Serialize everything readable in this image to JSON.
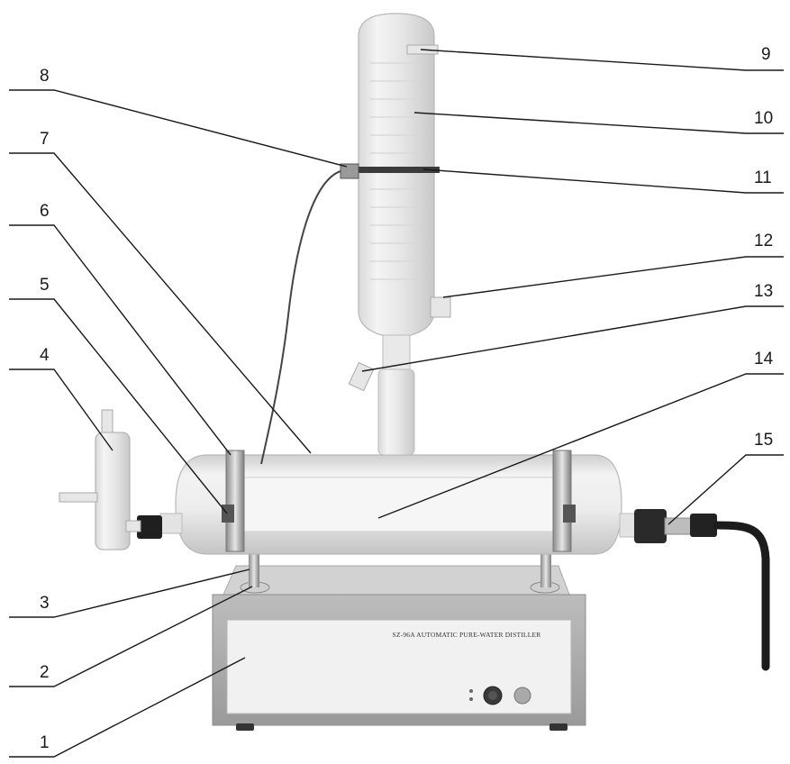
{
  "diagram": {
    "panel_text": "SZ-96A AUTOMATIC PURE-WATER DISTILLER",
    "callouts": [
      {
        "id": "1",
        "label": "1"
      },
      {
        "id": "2",
        "label": "2"
      },
      {
        "id": "3",
        "label": "3"
      },
      {
        "id": "4",
        "label": "4"
      },
      {
        "id": "5",
        "label": "5"
      },
      {
        "id": "6",
        "label": "6"
      },
      {
        "id": "7",
        "label": "7"
      },
      {
        "id": "8",
        "label": "8"
      },
      {
        "id": "9",
        "label": "9"
      },
      {
        "id": "10",
        "label": "10"
      },
      {
        "id": "11",
        "label": "11"
      },
      {
        "id": "12",
        "label": "12"
      },
      {
        "id": "13",
        "label": "13"
      },
      {
        "id": "14",
        "label": "14"
      },
      {
        "id": "15",
        "label": "15"
      }
    ]
  }
}
